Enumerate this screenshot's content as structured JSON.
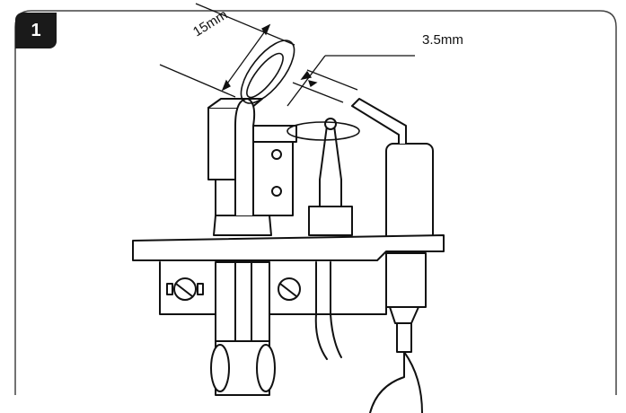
{
  "figure": {
    "step_number": "1",
    "dimension_labels": {
      "flame_length": "15mm",
      "electrode_gap": "3.5mm"
    }
  }
}
